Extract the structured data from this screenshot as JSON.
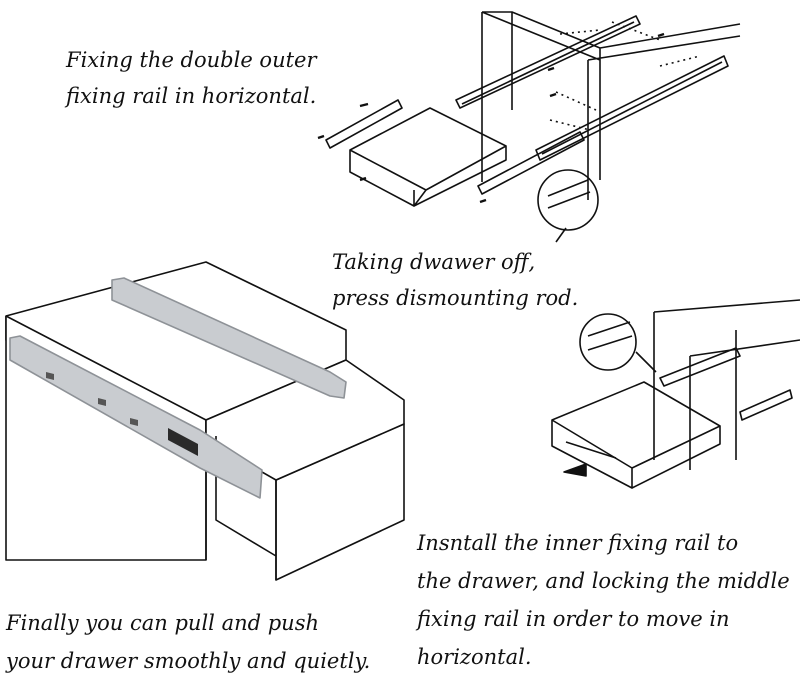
{
  "captions": {
    "fix_outer": {
      "line1": "Fixing the double outer",
      "line2": "fixing rail in horizontal."
    },
    "dismount": {
      "line1": "Taking dwawer off,",
      "line2": "press dismounting rod."
    },
    "install_inner": {
      "line1": "Insntall the inner fixing rail to",
      "line2": "the drawer, and locking the middle",
      "line3": "fixing rail in order to move in",
      "line4": "horizontal."
    },
    "finally": {
      "line1": "Finally you can pull and push",
      "line2": "your drawer smoothly and quietly."
    }
  },
  "colors": {
    "ink": "#111111",
    "rail_metal": "#c9ccd0",
    "rail_shadow": "#8e9297",
    "background": "#ffffff"
  }
}
